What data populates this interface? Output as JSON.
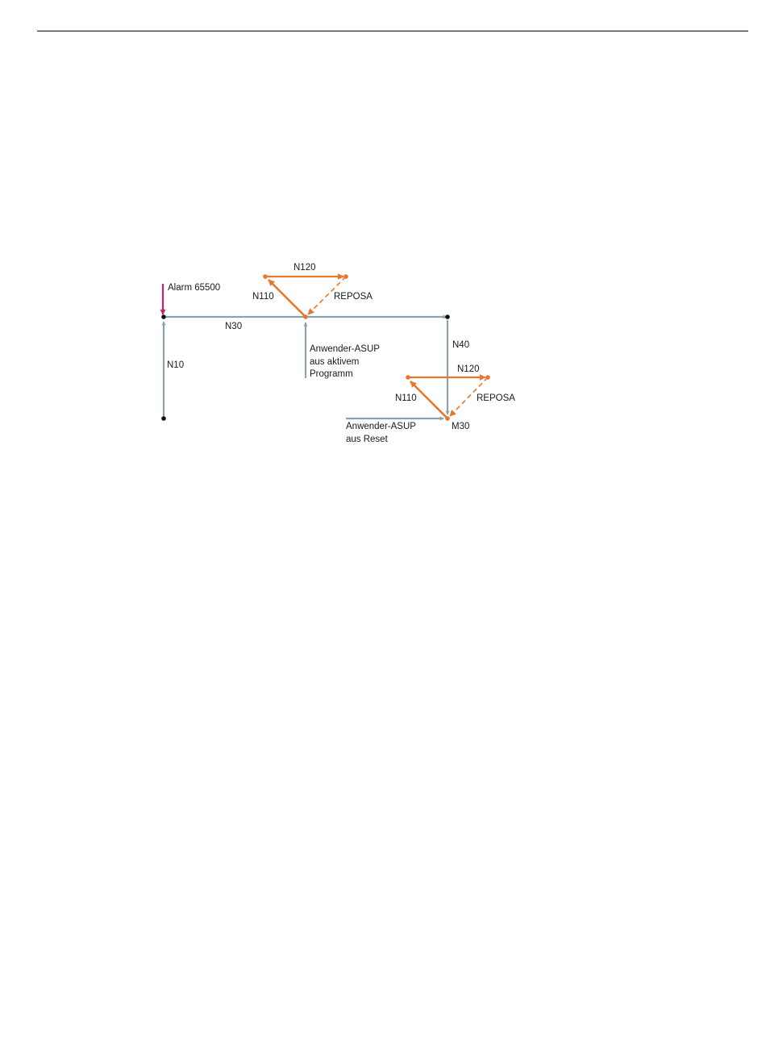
{
  "diagram": {
    "colors": {
      "main_path": "#8ba3b0",
      "asup_path": "#e8772e",
      "alarm": "#c0246e",
      "node": "#111111"
    },
    "labels": {
      "alarm": "Alarm 65500",
      "n10": "N10",
      "n30": "N30",
      "n40": "N40",
      "m30": "M30",
      "upper_n110": "N110",
      "upper_n120": "N120",
      "upper_reposa": "REPOSA",
      "lower_n110": "N110",
      "lower_n120": "N120",
      "lower_reposa": "REPOSA",
      "asup_active_line1": "Anwender-ASUP",
      "asup_active_line2": "aus aktivem",
      "asup_active_line3": "Programm",
      "asup_reset_line1": "Anwender-ASUP",
      "asup_reset_line2": "aus Reset"
    }
  }
}
